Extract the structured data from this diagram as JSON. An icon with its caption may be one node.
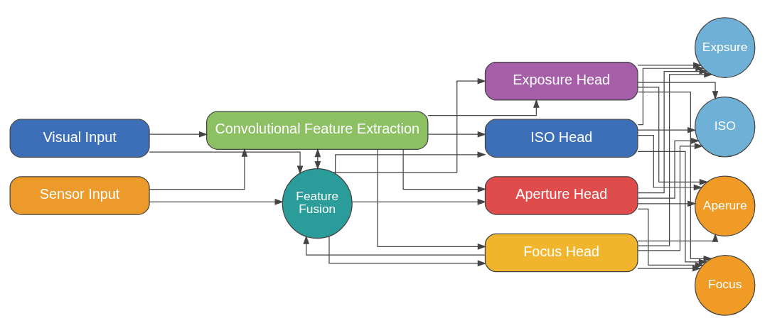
{
  "diagram": {
    "nodes": [
      {
        "text": [
          "Visual Input"
        ]
      },
      {
        "text": [
          "Sensor Input"
        ]
      },
      {
        "text": [
          "Convolutional Feature Extraction"
        ]
      },
      {
        "text": [
          "Feature Fusion"
        ]
      },
      {
        "text": [
          "Exposure Head"
        ]
      },
      {
        "text": [
          "ISO Head"
        ]
      },
      {
        "text": [
          "Aperture Head"
        ]
      },
      {
        "text": [
          "Focus Head"
        ]
      },
      {
        "text": [
          "Expsure"
        ]
      },
      {
        "text": [
          "ISO"
        ]
      },
      {
        "text": [
          "Aperure"
        ]
      },
      {
        "text": [
          "Focus"
        ]
      }
    ],
    "edges": [
      {
        "from": 0,
        "to": 2,
        "arrow": "to"
      },
      {
        "from": 0,
        "to": 3,
        "arrow": "to"
      },
      {
        "from": 1,
        "to": 2,
        "arrow": "to"
      },
      {
        "from": 1,
        "to": 3,
        "arrow": "to"
      },
      {
        "from": 2,
        "to": 3,
        "arrow": "both"
      },
      {
        "from": 2,
        "to": 4,
        "arrow": "to"
      },
      {
        "from": 2,
        "to": 5,
        "arrow": "to"
      },
      {
        "from": 2,
        "to": 6,
        "arrow": "to"
      },
      {
        "from": 2,
        "to": 7,
        "arrow": "to"
      },
      {
        "from": 3,
        "to": 4,
        "arrow": "to"
      },
      {
        "from": 3,
        "to": 5,
        "arrow": "to"
      },
      {
        "from": 3,
        "to": 6,
        "arrow": "to"
      },
      {
        "from": 3,
        "to": 7,
        "arrow": "to"
      },
      {
        "from": 7,
        "to": 3,
        "arrow": "to"
      },
      {
        "from": 4,
        "to": 8,
        "arrow": "to"
      },
      {
        "from": 4,
        "to": 9,
        "arrow": "to"
      },
      {
        "from": 4,
        "to": 10,
        "arrow": "to"
      },
      {
        "from": 4,
        "to": 11,
        "arrow": "to"
      },
      {
        "from": 5,
        "to": 8,
        "arrow": "to"
      },
      {
        "from": 5,
        "to": 9,
        "arrow": "to"
      },
      {
        "from": 5,
        "to": 10,
        "arrow": "to"
      },
      {
        "from": 5,
        "to": 11,
        "arrow": "to"
      },
      {
        "from": 6,
        "to": 8,
        "arrow": "to"
      },
      {
        "from": 6,
        "to": 9,
        "arrow": "to"
      },
      {
        "from": 6,
        "to": 10,
        "arrow": "to"
      },
      {
        "from": 6,
        "to": 11,
        "arrow": "to"
      },
      {
        "from": 7,
        "to": 8,
        "arrow": "to"
      },
      {
        "from": 7,
        "to": 9,
        "arrow": "to"
      },
      {
        "from": 7,
        "to": 10,
        "arrow": "to"
      },
      {
        "from": 7,
        "to": 11,
        "arrow": "to"
      }
    ]
  }
}
